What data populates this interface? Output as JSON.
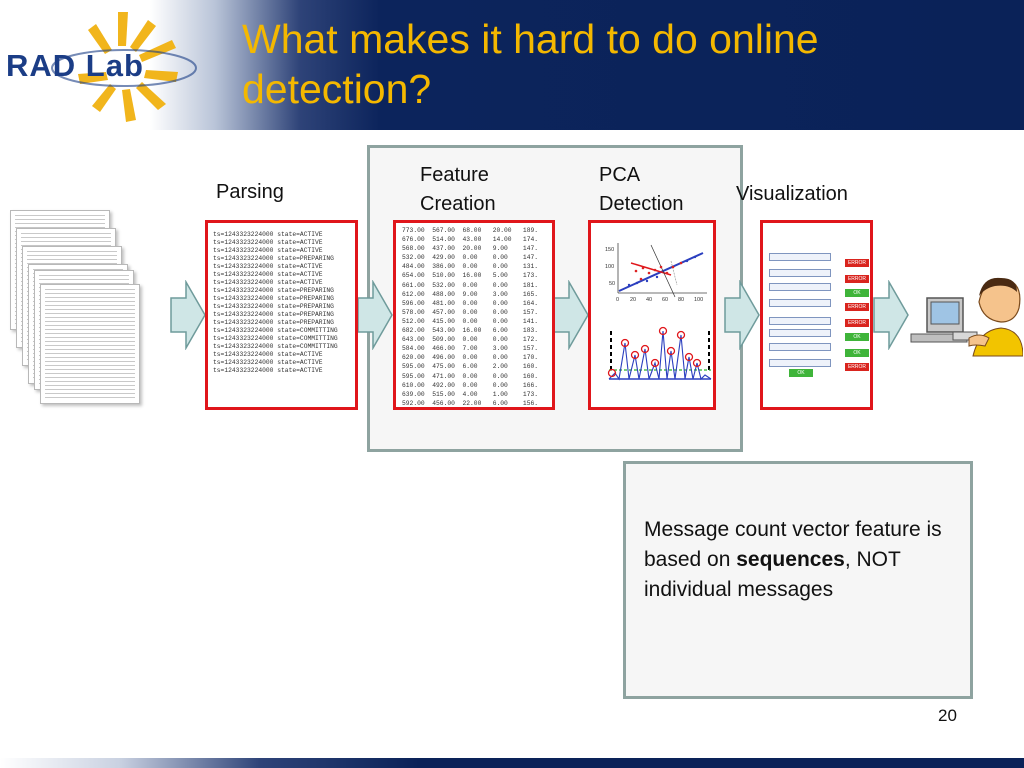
{
  "header": {
    "logo_text": "RAD Lab",
    "title": "What makes it hard to do online detection?"
  },
  "pipeline": {
    "parsing_label": "Parsing",
    "feature_label": "Feature\nCreation",
    "pca_label": "PCA\nDetection",
    "visualization_label": "Visualization"
  },
  "parsed_lines": [
    "ts=1243323224000 state=ACTIVE",
    "ts=1243323224000 state=ACTIVE",
    "ts=1243323224000 state=ACTIVE",
    "ts=1243323224000 state=PREPARING",
    "ts=1243323224000 state=ACTIVE",
    "ts=1243323224000 state=ACTIVE",
    "ts=1243323224000 state=ACTIVE",
    "ts=1243323224000 state=PREPARING",
    "ts=1243323224000 state=PREPARING",
    "ts=1243323224000 state=PREPARING",
    "ts=1243323224000 state=PREPARING",
    "ts=1243323224000 state=PREPARING",
    "ts=1243323224000 state=COMMITTING",
    "ts=1243323224000 state=COMMITTING",
    "ts=1243323224000 state=COMMITTING",
    "ts=1243323224000 state=ACTIVE",
    "ts=1243323224000 state=ACTIVE",
    "ts=1243323224000 state=ACTIVE"
  ],
  "feature_rows": [
    [
      "773.00",
      "567.00",
      "68.00",
      "20.00",
      "189."
    ],
    [
      "676.00",
      "514.00",
      "43.00",
      "14.00",
      "174."
    ],
    [
      "568.00",
      "437.00",
      "20.00",
      "9.00",
      "147."
    ],
    [
      "532.00",
      "429.00",
      "0.00",
      "0.00",
      "147."
    ],
    [
      "484.00",
      "386.00",
      "0.00",
      "0.00",
      "131."
    ],
    [
      "654.00",
      "510.00",
      "16.00",
      "5.00",
      "173."
    ],
    [
      "661.00",
      "532.00",
      "0.00",
      "0.00",
      "181."
    ],
    [
      "612.00",
      "488.00",
      "9.00",
      "3.00",
      "165."
    ],
    [
      "596.00",
      "481.00",
      "0.00",
      "0.00",
      "164."
    ],
    [
      "578.00",
      "457.00",
      "0.00",
      "0.00",
      "157."
    ],
    [
      "512.00",
      "415.00",
      "0.00",
      "0.00",
      "141."
    ],
    [
      "682.00",
      "543.00",
      "16.00",
      "6.00",
      "183."
    ],
    [
      "643.00",
      "509.00",
      "0.00",
      "0.00",
      "172."
    ],
    [
      "584.00",
      "466.00",
      "7.00",
      "3.00",
      "157."
    ],
    [
      "620.00",
      "496.00",
      "0.00",
      "0.00",
      "170."
    ],
    [
      "595.00",
      "475.00",
      "6.00",
      "2.00",
      "160."
    ],
    [
      "595.00",
      "471.00",
      "0.00",
      "0.00",
      "160."
    ],
    [
      "610.00",
      "492.00",
      "0.00",
      "0.00",
      "166."
    ],
    [
      "639.00",
      "515.00",
      "4.00",
      "1.00",
      "173."
    ],
    [
      "592.00",
      "456.00",
      "22.00",
      "6.00",
      "156."
    ]
  ],
  "pca_plot": {
    "y_ticks": [
      "150",
      "100",
      "50"
    ],
    "x_ticks": [
      "0",
      "20",
      "40",
      "60",
      "80",
      "100"
    ]
  },
  "visualization": {
    "badges": [
      "ERROR",
      "ERROR",
      "OK",
      "ERROR",
      "ERROR",
      "OK",
      "OK",
      "ERROR",
      "OK"
    ]
  },
  "note": {
    "line_start": "Message count vector feature is based on ",
    "emphasis": "sequences",
    "line_end": ", NOT individual messages"
  },
  "page_number": "20",
  "colors": {
    "title": "#f4b800",
    "header_bg": "#0a2258",
    "highlight_red": "#e0161b",
    "arrow_fill": "#cfe6e6",
    "frame_grey": "#8ea3a0"
  }
}
